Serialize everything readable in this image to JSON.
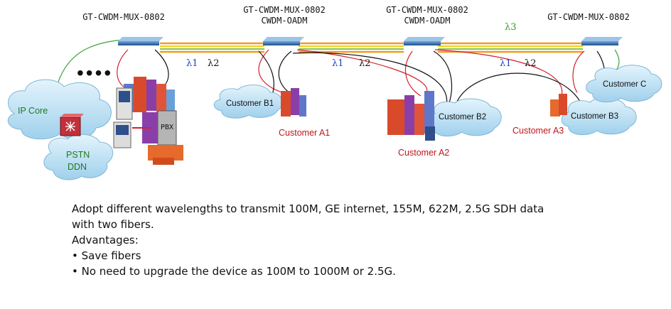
{
  "devices": {
    "mux_left": {
      "lines": [
        "GT-CWDM-MUX-0802"
      ]
    },
    "oadm_1": {
      "lines": [
        "GT-CWDM-MUX-0802",
        "CWDM-OADM"
      ]
    },
    "oadm_2": {
      "lines": [
        "GT-CWDM-MUX-0802",
        "CWDM-OADM"
      ]
    },
    "mux_right": {
      "lines": [
        "GT-CWDM-MUX-0802"
      ]
    }
  },
  "wavelengths": {
    "seg1_l1": "λ1",
    "seg1_l2": "λ2",
    "seg2_l1": "λ1",
    "seg2_l2": "λ2",
    "seg3_l1": "λ1",
    "seg3_l2": "λ2",
    "trunk_l3": "λ3"
  },
  "clouds": {
    "ip_core": "IP Core",
    "pstn": "PSTN",
    "ddn": "DDN",
    "customer_b1": "Customer B1",
    "customer_b2": "Customer B2",
    "customer_b3": "Customer B3",
    "customer_c": "Customer C"
  },
  "customers": {
    "a1": "Customer A1",
    "a2": "Customer A2",
    "a3": "Customer A3"
  },
  "pbx_label": "PBX",
  "ellipsis": "••••",
  "caption": {
    "line1": "Adopt different wavelengths to transmit 100M, GE internet, 155M, 622M, 2.5G SDH data",
    "line2": "with two fibers.",
    "line3": "Advantages:",
    "bullet1": "• Save fibers",
    "bullet2": "• No need to upgrade the device as 100M to 1000M or 2.5G."
  },
  "colors": {
    "fiber_orange": "#f59a1f",
    "fiber_yellow": "#e9d21a",
    "fiber_green": "#8bc34a",
    "link_red": "#d4202a",
    "link_black": "#111111",
    "cloud_fill": "#bfe3f5",
    "device_blue": "#2d6fb3"
  }
}
